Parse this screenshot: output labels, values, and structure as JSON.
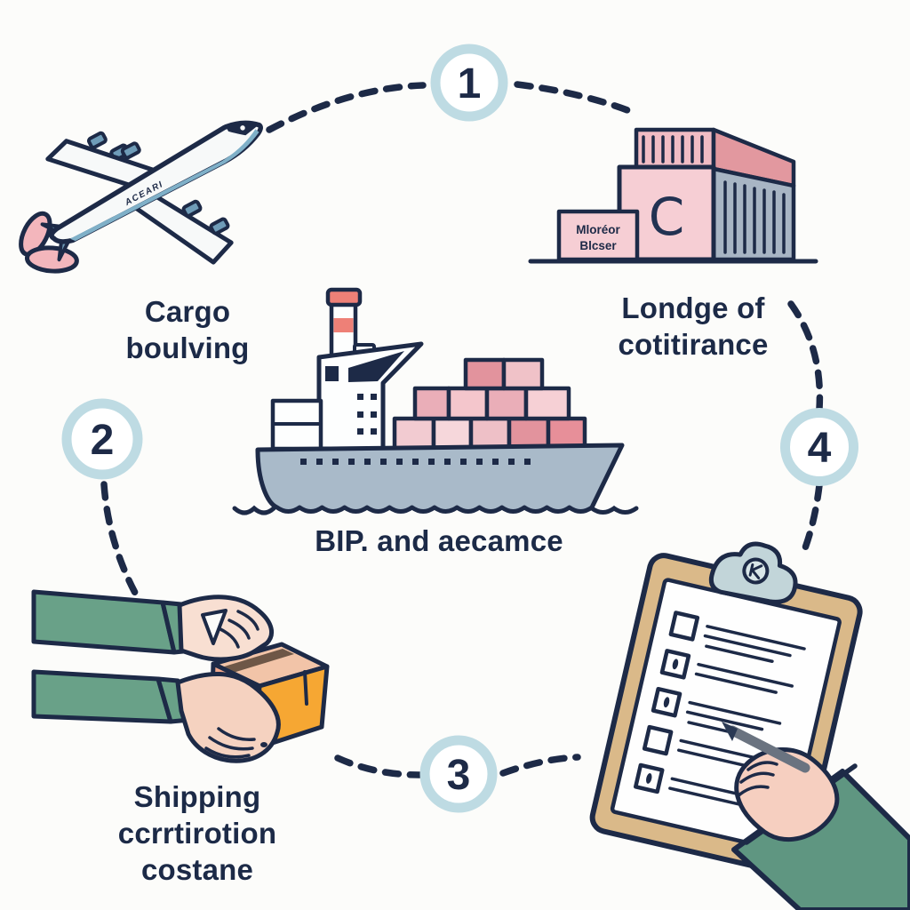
{
  "title": "shipping-process-illustration",
  "palette": {
    "ink": "#1d2a47",
    "ring_blue": "#bedbe3",
    "pink_light": "#f6ced4",
    "pink_mid": "#eeb0b9",
    "pink_dark": "#e2939d",
    "salmon_red": "#ee8077",
    "roof_salmon": "#e2989f",
    "steel_blue": "#a8b5c4",
    "hull_blue": "#a9bac9",
    "wing_blue": "#7fb0c8",
    "tail_pink": "#f3b6bc",
    "sleeve_green": "#69a188",
    "sleeve_green_dark": "#5f9681",
    "skin": "#f8dfd2",
    "box_front": "#f0a78c",
    "box_side": "#f6a733",
    "board_tan": "#dab989",
    "clip_gray_blue": "#c2d5d9",
    "pen_gray": "#6a7380",
    "background": "#fcfcfa"
  },
  "markers": [
    {
      "number": "1"
    },
    {
      "number": "2"
    },
    {
      "number": "3"
    },
    {
      "number": "4"
    }
  ],
  "captions": [
    {
      "id": "cargo-loading",
      "text": "Cargo\nboulving"
    },
    {
      "id": "warehouse",
      "text": "Londge of\ncotitirance"
    },
    {
      "id": "ship",
      "text": "BIP. and aecamce"
    },
    {
      "id": "package",
      "text": "Shipping ccrrtirotion\ncostane"
    }
  ],
  "building": {
    "letter": "C",
    "sign_line1": "Mloréor",
    "sign_line2": "Blcser"
  },
  "airplane": {
    "fuselage_text": "ACEARI"
  },
  "clipboard": {
    "rows": 5,
    "checked": [
      false,
      true,
      true,
      false,
      true
    ]
  }
}
